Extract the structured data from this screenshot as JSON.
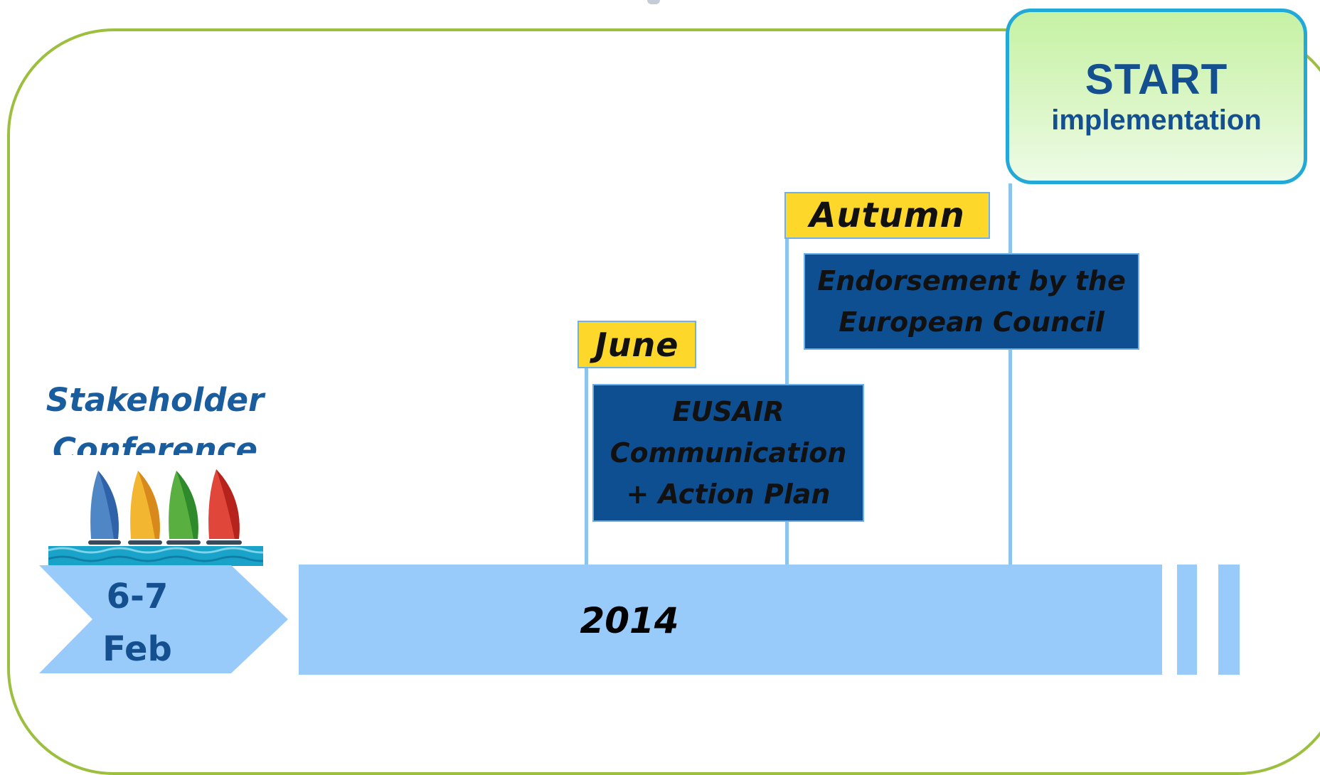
{
  "timeline": {
    "start": {
      "title": "START",
      "subtitle": "implementation"
    },
    "milestones": [
      {
        "tag": "June",
        "lines": [
          "EUSAIR",
          "Communication",
          "+ Action Plan"
        ]
      },
      {
        "tag": "Autumn",
        "lines": [
          "Endorsement by the",
          "European Council"
        ]
      }
    ],
    "conference": {
      "lines": [
        "Stakeholder",
        "Conference"
      ],
      "date_lines": [
        "6-7",
        "Feb"
      ]
    },
    "year": "2014"
  },
  "colors": {
    "frame": "#9dbf3f",
    "bar": "#99cbfa",
    "tag_fill": "#fdd72a",
    "box_fill": "#0e4f91",
    "start_border": "#22a9d8",
    "start_text": "#14508f"
  },
  "icons": {
    "logo": "sailboats-logo"
  }
}
